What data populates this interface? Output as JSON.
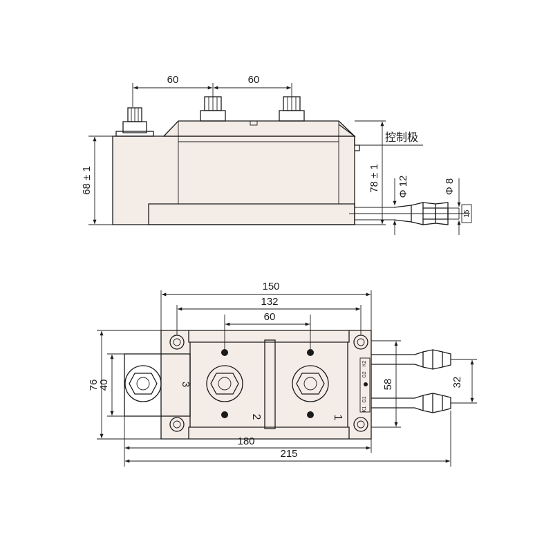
{
  "side_view": {
    "dim_pitch_left": "60",
    "dim_pitch_right": "60",
    "dim_height": "68 ± 1",
    "dim_total_height": "78 ± 1",
    "dim_hose_outer": "Φ 12",
    "dim_hose_inner": "Φ 8",
    "dim_port_height": "15",
    "control_label": "控制极"
  },
  "top_view": {
    "dim_width_150": "150",
    "dim_width_132": "132",
    "dim_terminal_pitch": "60",
    "dim_height_76": "76",
    "dim_height_40": "40",
    "dim_pin_span_58": "58",
    "dim_hose_spacing_32": "32",
    "dim_length_180": "180",
    "dim_length_215": "215",
    "terminal_1": "1",
    "terminal_2": "2",
    "terminal_3": "3",
    "pin_k2": "K2",
    "pin_g2": "G2",
    "pin_g1": "G1",
    "pin_k1": "K1"
  },
  "colors": {
    "line": "#1a1a1a",
    "body_fill": "#f3ece7"
  }
}
